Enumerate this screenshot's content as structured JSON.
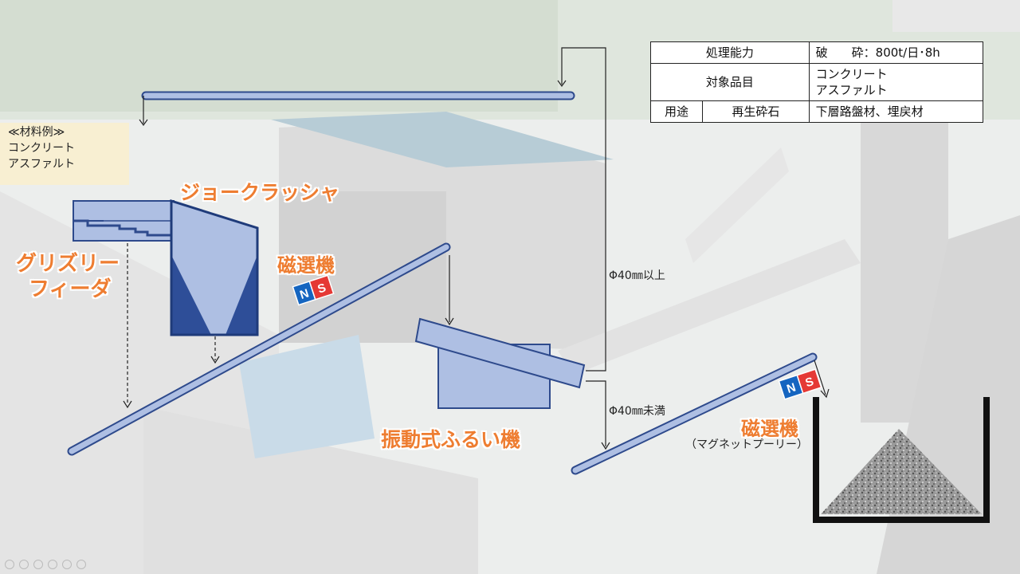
{
  "table": {
    "row1": {
      "label": "処理能力",
      "value": "破　　砕：800t/日･8h"
    },
    "row2": {
      "label": "対象品目",
      "value1": "コンクリート",
      "value2": "アスファルト"
    },
    "row3": {
      "label": "用途",
      "sub": "再生砕石",
      "value": "下層路盤材、埋戻材"
    }
  },
  "materials": {
    "title": "≪材料例≫",
    "items": [
      "コンクリート",
      "アスファルト"
    ]
  },
  "labels": {
    "jaw_crusher": "ジョークラッシャ",
    "grizzly_line1": "グリズリー",
    "grizzly_line2": "フィーダ",
    "magnet1": "磁選機",
    "magnet2": "磁選機",
    "magnet2_sub": "（マグネットプーリー）",
    "screen": "振動式ふるい機",
    "size_over": "Φ40㎜以上",
    "size_under": "Φ40㎜未満",
    "n": "N",
    "s": "S"
  },
  "colors": {
    "equipment_fill": "#aebfe3",
    "equipment_stroke": "#2e4a8c",
    "crusher_dark": "#2e4e98",
    "label_orange": "#ee7d31",
    "magnet_red": "#e53935",
    "magnet_blue": "#1565c0",
    "pile": "#8a8a8a"
  }
}
